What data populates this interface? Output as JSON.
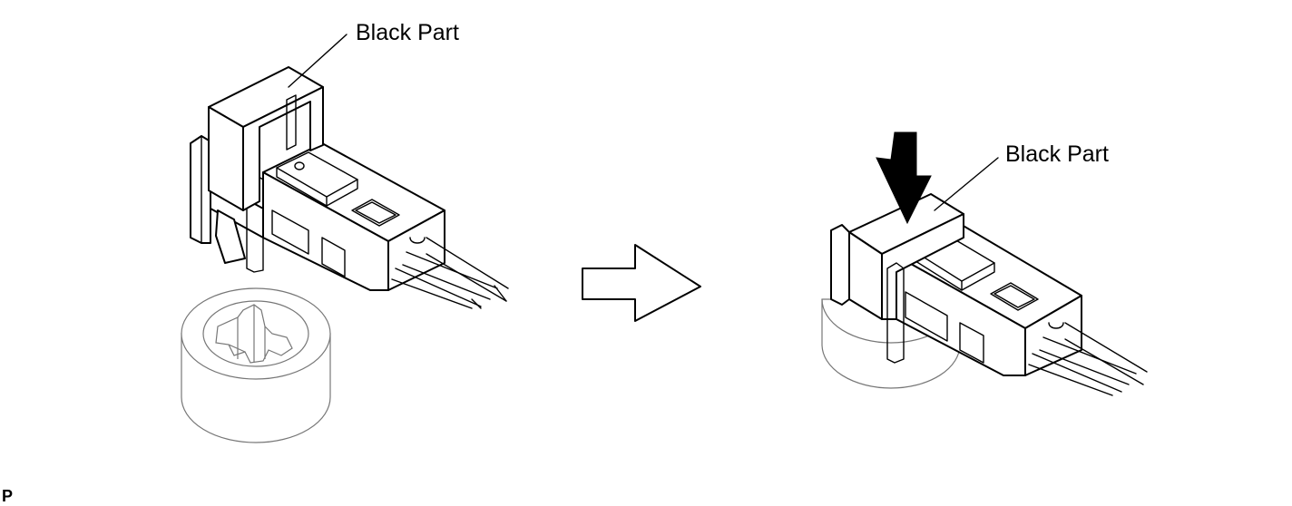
{
  "figure": {
    "left_label": "Black Part",
    "right_label": "Black Part",
    "figure_code": "P"
  }
}
